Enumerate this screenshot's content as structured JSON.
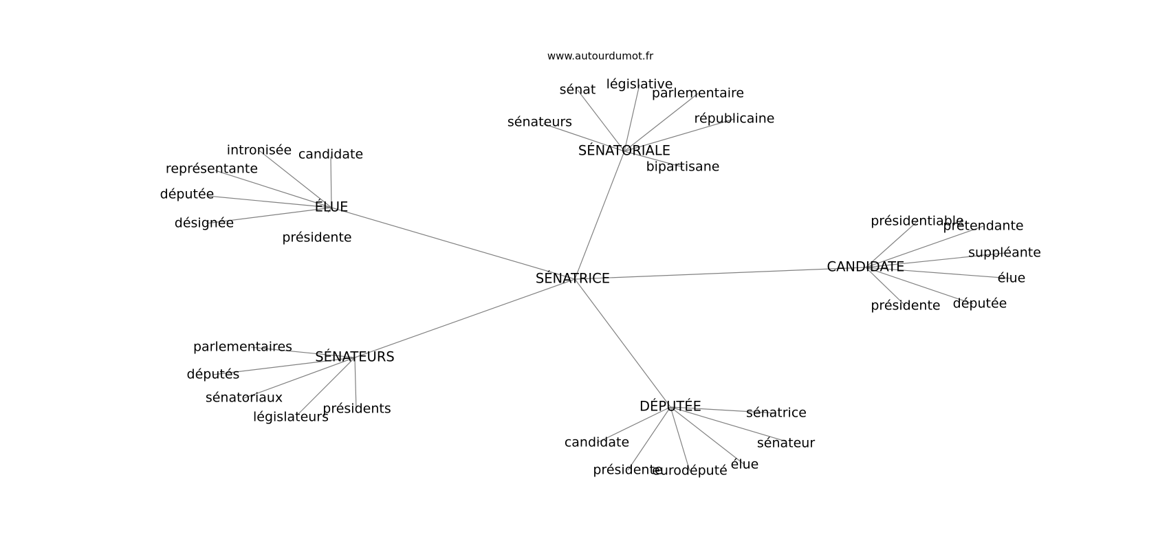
{
  "source_label": "www.autourdumot.fr",
  "center": {
    "label": "SÉNATRICE"
  },
  "clusters": [
    {
      "label": "ÉLUE",
      "words": [
        "intronisée",
        "candidate",
        "représentante",
        "députée",
        "désignée",
        "présidente"
      ]
    },
    {
      "label": "SÉNATORIALE",
      "words": [
        "sénat",
        "législative",
        "parlementaire",
        "sénateurs",
        "républicaine",
        "bipartisane"
      ]
    },
    {
      "label": "CANDIDATE",
      "words": [
        "présidentiable",
        "prétendante",
        "suppléante",
        "élue",
        "députée",
        "présidente"
      ]
    },
    {
      "label": "SÉNATEURS",
      "words": [
        "parlementaires",
        "députés",
        "sénatoriaux",
        "législateurs",
        "présidents"
      ]
    },
    {
      "label": "DÉPUTÉE",
      "words": [
        "sénatrice",
        "sénateur",
        "élue",
        "eurodéputé",
        "présidente",
        "candidate"
      ]
    }
  ]
}
